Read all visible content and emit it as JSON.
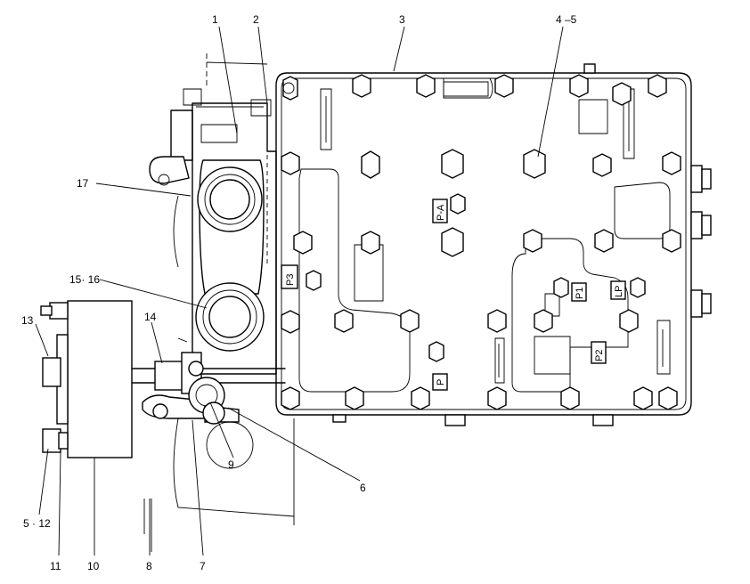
{
  "diagram": {
    "callouts": {
      "c1": "1",
      "c2": "2",
      "c3": "3",
      "c4": "4 –5",
      "c17": "17",
      "c15": "15· 16",
      "c13": "13",
      "c14": "14",
      "c6": "6",
      "c9": "9",
      "c5": "5 · 12",
      "c11": "11",
      "c10": "10",
      "c8": "8",
      "c7": "7"
    },
    "ports": {
      "pa": "P-A",
      "p3": "P3",
      "p1": "P1",
      "lp": "LP",
      "p2": "P2",
      "p": "P"
    }
  }
}
